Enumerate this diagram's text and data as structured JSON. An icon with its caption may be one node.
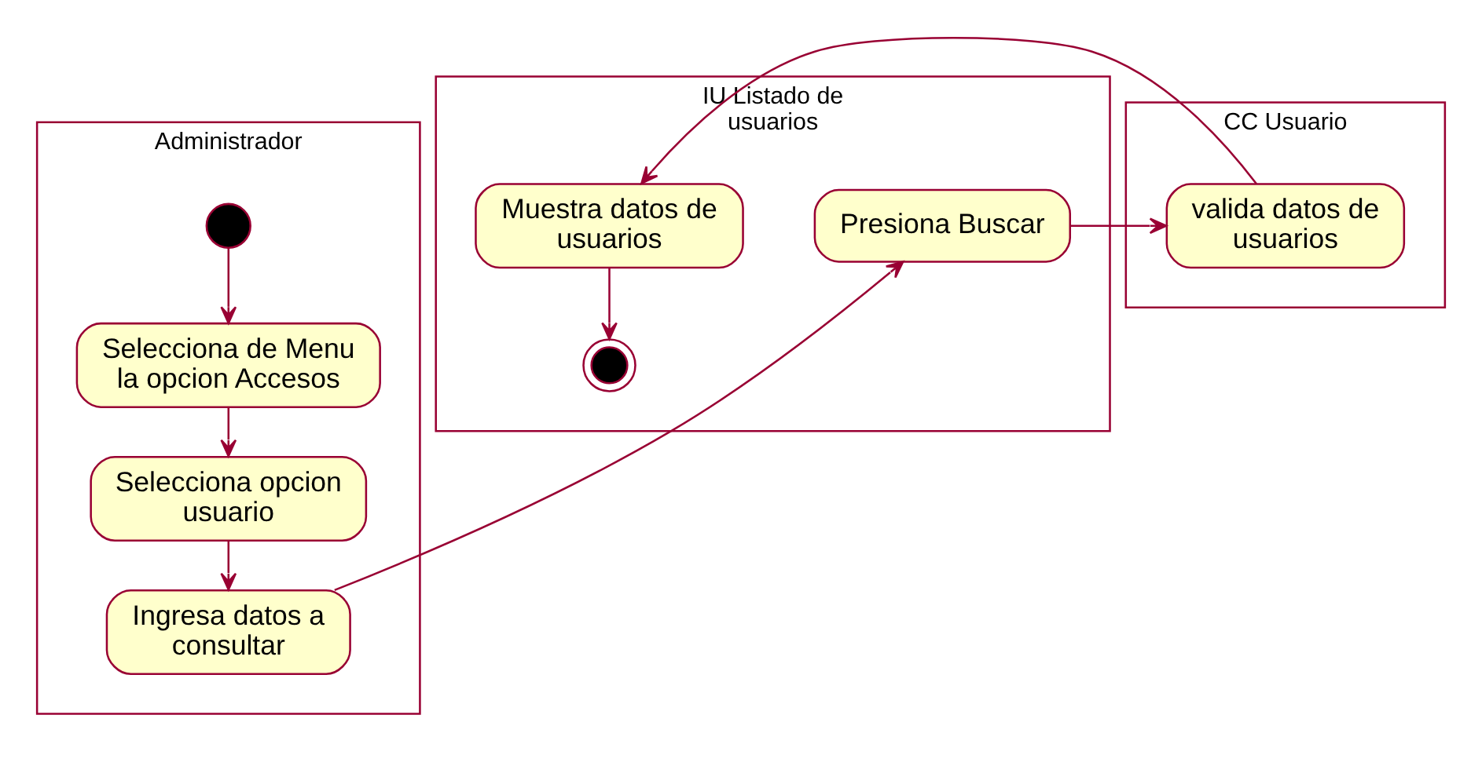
{
  "diagram": {
    "nodes": [
      {
        "text": [
          "Administrador"
        ]
      },
      {
        "text": [],
        "shape": "circle",
        "in": 0
      },
      {
        "text": [
          "Selecciona de Menu la opcion Accesos"
        ],
        "in": 0
      },
      {
        "text": [
          "Selecciona opcion usuario"
        ],
        "in": 0
      },
      {
        "text": [
          "Ingresa datos a consultar"
        ],
        "in": 0
      },
      {
        "text": [
          "IU Listado de usuarios"
        ]
      },
      {
        "text": [
          "Presiona Buscar"
        ],
        "in": 5
      },
      {
        "text": [
          "Muestra datos de usuarios"
        ],
        "in": 5
      },
      {
        "text": [],
        "shape": "bullseye",
        "in": 5
      },
      {
        "text": [
          "CC Usuario"
        ]
      },
      {
        "text": [
          "valida datos de usuarios"
        ],
        "in": 9
      }
    ],
    "edges": [
      {
        "from": 1,
        "to": 2,
        "arrow": "to"
      },
      {
        "from": 2,
        "to": 3,
        "arrow": "to"
      },
      {
        "from": 3,
        "to": 4,
        "arrow": "to"
      },
      {
        "from": 4,
        "to": 6,
        "arrow": "to"
      },
      {
        "from": 6,
        "to": 10,
        "arrow": "to"
      },
      {
        "from": 10,
        "to": 7,
        "arrow": "to"
      },
      {
        "from": 7,
        "to": 8,
        "arrow": "to"
      }
    ]
  }
}
